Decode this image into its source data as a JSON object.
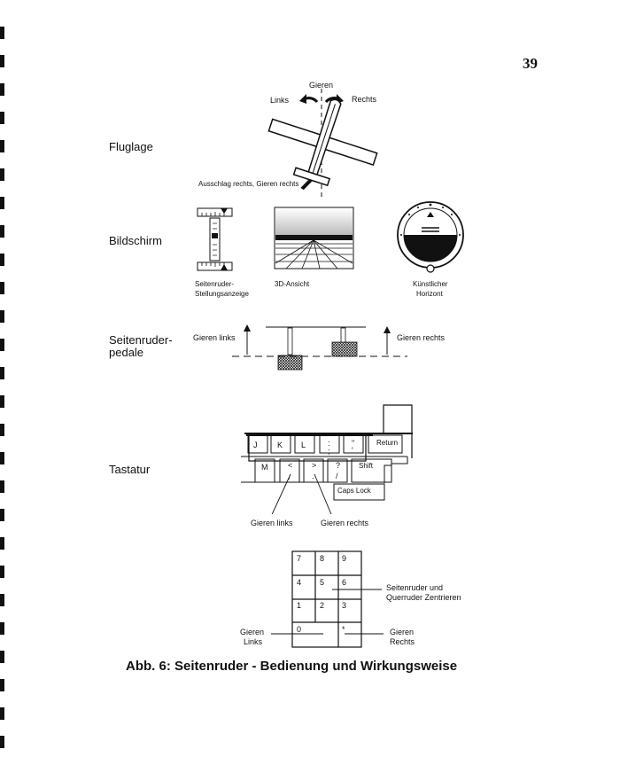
{
  "page_number": "39",
  "rows": {
    "fluglage": "Fluglage",
    "bildschirm": "Bildschirm",
    "pedale_line1": "Seitenruder-",
    "pedale_line2": "pedale",
    "tastatur": "Tastatur"
  },
  "fluglage": {
    "gieren": "Gieren",
    "links": "Links",
    "rechts": "Rechts",
    "ausschlag": "Ausschlag rechts, Gieren rechts"
  },
  "bildschirm": {
    "indicator_line1": "Seitenruder-",
    "indicator_line2": "Stellungsanzeige",
    "view3d": "3D-Ansicht",
    "horizon_line1": "Künstlicher",
    "horizon_line2": "Horizont"
  },
  "pedale": {
    "gieren_links": "Gieren links",
    "gieren_rechts": "Gieren rechts"
  },
  "tastatur": {
    "keys_row1": [
      "J",
      "K",
      "L",
      ":",
      "\""
    ],
    "keys_row1_sub": [
      "",
      "",
      "",
      ";",
      "'"
    ],
    "return": "Return",
    "keys_row2": [
      "M",
      "<",
      ">",
      "?"
    ],
    "keys_row2_sub": [
      "",
      ",",
      ".",
      "/"
    ],
    "shift": "Shift",
    "caps_lock": "Caps Lock",
    "gieren_links": "Gieren links",
    "gieren_rechts": "Gieren rechts"
  },
  "numpad": {
    "keys": [
      "7",
      "8",
      "9",
      "4",
      "5",
      "6",
      "1",
      "2",
      "3",
      "0",
      "*"
    ],
    "center_label_line1": "Seitenruder und",
    "center_label_line2": "Querruder Zentrieren",
    "left_label_line1": "Gieren",
    "left_label_line2": "Links",
    "right_label_line1": "Gieren",
    "right_label_line2": "Rechts"
  },
  "caption": "Abb. 6: Seitenruder - Bedienung und Wirkungsweise"
}
